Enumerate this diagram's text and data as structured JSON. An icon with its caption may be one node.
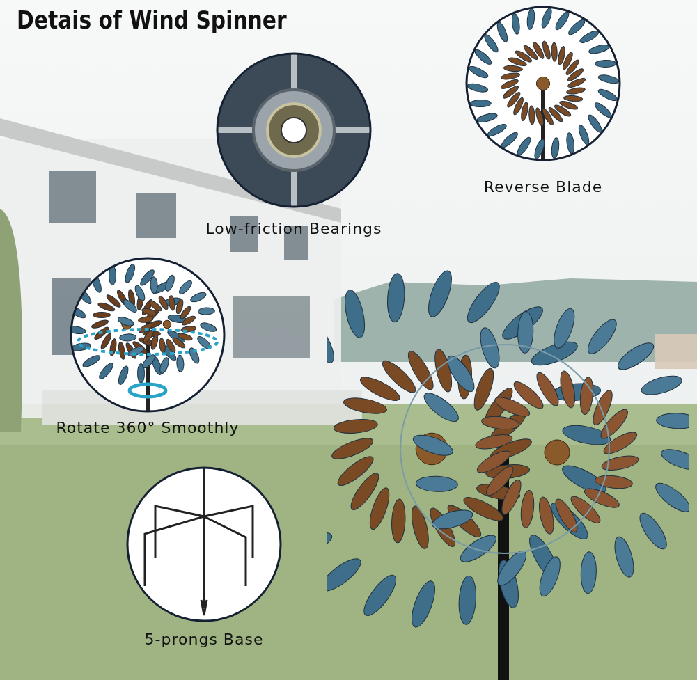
{
  "diagram": {
    "title": "Detais of Wind Spinner",
    "nodes": [
      {
        "text": [
          "Low-friction Bearings"
        ]
      },
      {
        "text": [
          "Reverse Blade"
        ]
      },
      {
        "text": [
          "Rotate 360° Smoothly"
        ]
      },
      {
        "text": [
          "5-prongs Base"
        ]
      }
    ]
  }
}
